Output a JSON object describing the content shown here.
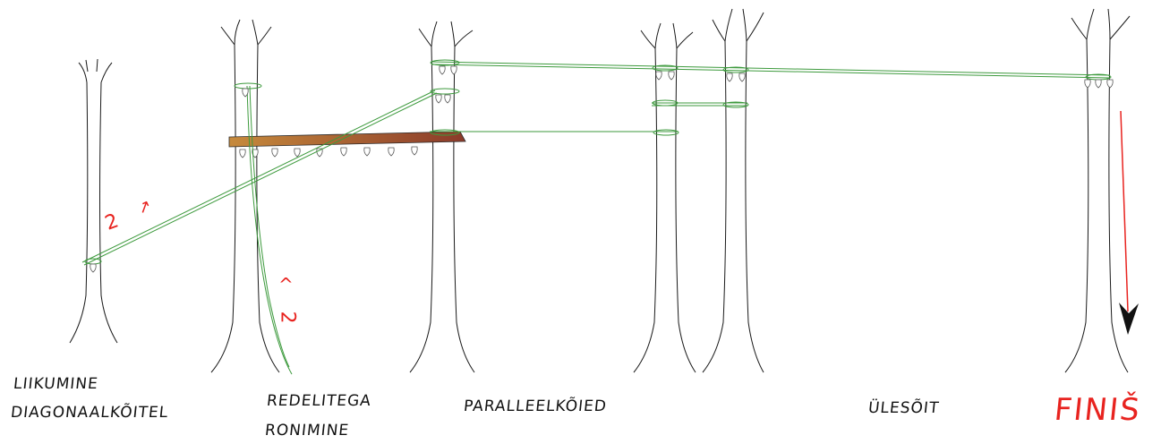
{
  "labels": {
    "liikumine": "LIIKUMINE",
    "diagonaalkoitel": "DIAGONAALKÕITEL",
    "redelitega": "REDELITEGA",
    "ronimine": "RONIMINE",
    "paralleelkoied": "PARALLEELKÕIED",
    "ulesoit": "ÜLESÕIT",
    "finis": "FINIŠ"
  },
  "annotations": {
    "diagonal_note": "2 ->",
    "vertical_top": "^",
    "vertical_bottom": "2"
  },
  "colors": {
    "rope": "#3d9a3d",
    "tree": "#1a1a1a",
    "annotation": "#e8231f",
    "ladder_start": "#c68a3c",
    "ladder_end": "#8b3a2a"
  }
}
